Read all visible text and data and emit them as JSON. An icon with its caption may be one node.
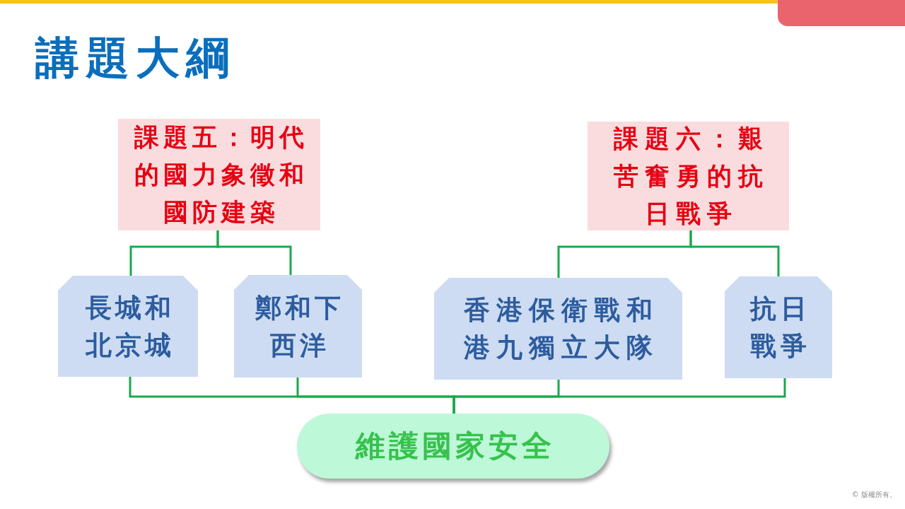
{
  "diagram": {
    "title": "講題大綱",
    "nodes": [
      {
        "text": [
          "課題五：明代的國力象徵和國防建築"
        ]
      },
      {
        "text": [
          "課題六：艱苦奮勇的抗日戰爭"
        ]
      },
      {
        "text": [
          "長城和北京城"
        ]
      },
      {
        "text": [
          "鄭和下西洋"
        ]
      },
      {
        "text": [
          "香港保衛戰和港九獨立大隊"
        ]
      },
      {
        "text": [
          "抗日戰爭"
        ]
      },
      {
        "text": [
          "維護國家安全"
        ]
      }
    ],
    "edges": [
      {
        "from": 0,
        "to": 2,
        "arrow": "none"
      },
      {
        "from": 0,
        "to": 3,
        "arrow": "none"
      },
      {
        "from": 1,
        "to": 4,
        "arrow": "none"
      },
      {
        "from": 1,
        "to": 5,
        "arrow": "none"
      },
      {
        "from": 2,
        "to": 6,
        "arrow": "none"
      },
      {
        "from": 3,
        "to": 6,
        "arrow": "none"
      },
      {
        "from": 4,
        "to": 6,
        "arrow": "none"
      },
      {
        "from": 5,
        "to": 6,
        "arrow": "none"
      }
    ],
    "labels": [
      "© 版權所有。"
    ]
  }
}
